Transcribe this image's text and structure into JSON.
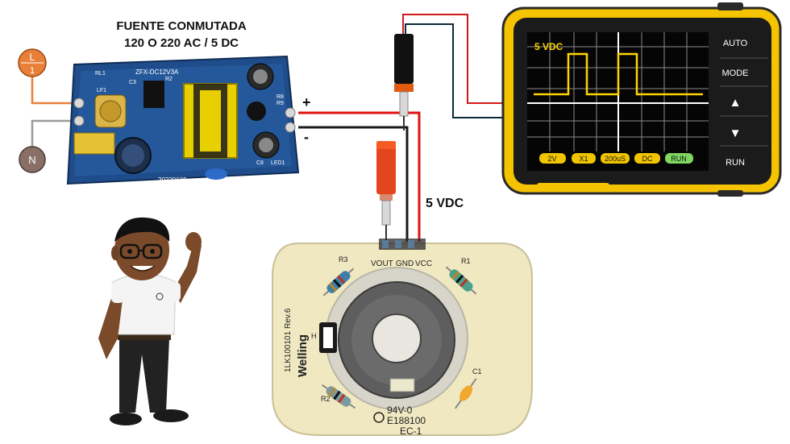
{
  "title": {
    "line1": "FUENTE CONMUTADA",
    "line2": "120 O 220 AC / 5 DC"
  },
  "power_supply": {
    "terminal_L": "L",
    "terminal_L_sub": "1",
    "terminal_N": "N",
    "polarity_plus": "+",
    "polarity_minus": "-",
    "pcb_text": "ZFX-DC12V3A",
    "date_code": "20220629",
    "labels": {
      "rl1": "RL1",
      "c3": "C3",
      "r2": "R2",
      "lf1": "LF1",
      "r9": "R9",
      "r8": "R8",
      "c8": "C8",
      "led1": "LED1"
    }
  },
  "voltage_label": "5 VDC",
  "oscilloscope": {
    "screen_label": "5 VDC",
    "side_buttons": [
      "AUTO",
      "MODE",
      "▲",
      "▼",
      "RUN"
    ],
    "bottom_tags": [
      "2V",
      "X1",
      "200uS",
      "DC",
      "RUN"
    ],
    "colors": {
      "body": "#f5c300",
      "screen": "#050505",
      "trace": "#ffd400",
      "grid": "#9a9a9a"
    }
  },
  "board": {
    "pins": [
      "VOUT",
      "GND",
      "VCC"
    ],
    "r1": "R1",
    "r2": "R2",
    "r3": "R3",
    "c1": "C1",
    "h_label": "H",
    "part_number": "1LK100101",
    "revision": "Rev.6",
    "brand": "Welling",
    "marking1": "94V-0",
    "marking2": "E188100",
    "marking3": "EC-1"
  },
  "wire_colors": {
    "positive": "#e01010",
    "negative": "#1a1a1a",
    "probe_signal": "#d21a1a",
    "probe_ground": "#0d2a3a"
  }
}
